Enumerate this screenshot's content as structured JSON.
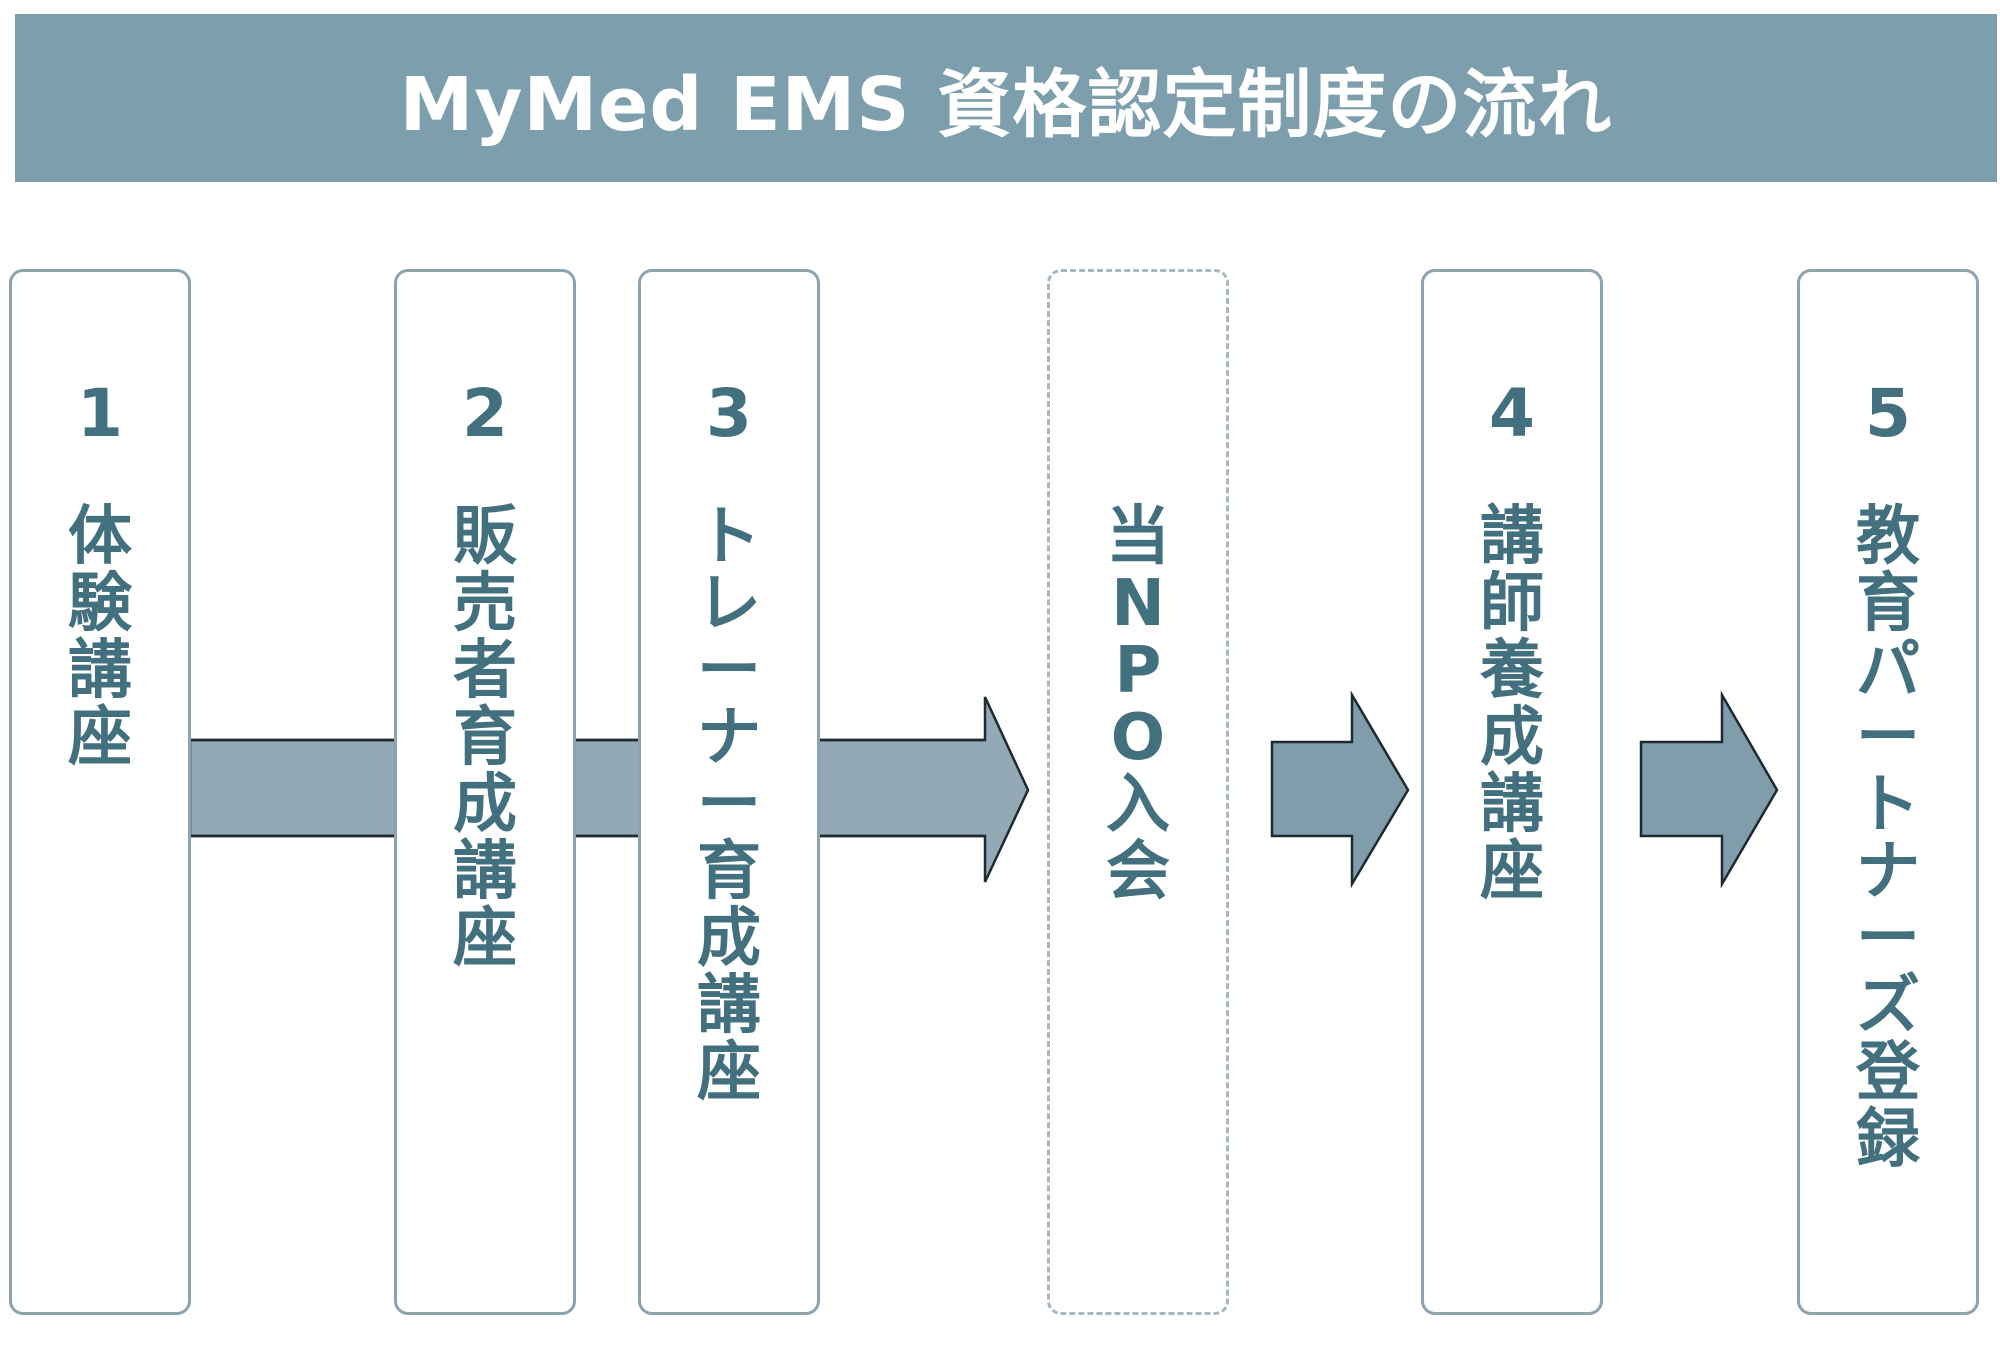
{
  "title": "MyMed EMS 資格認定制度の流れ",
  "colors": {
    "banner": "#7d9fad",
    "step_text": "#43707f",
    "box_border": "#8ea3b0",
    "dashed_border": "#a8b8c2",
    "connector_fill": "#94a9b6",
    "arrow_fill": "#7f9daa",
    "arrow_stroke": "#1e2a30"
  },
  "steps": [
    {
      "number": "1",
      "label": "体験講座"
    },
    {
      "number": "2",
      "label": "販売者育成講座"
    },
    {
      "number": "3",
      "label": "トレーナー育成講座"
    },
    {
      "number": "",
      "label": "当NPO入会"
    },
    {
      "number": "4",
      "label": "講師養成講座"
    },
    {
      "number": "5",
      "label": "教育パートナーズ登録"
    }
  ]
}
